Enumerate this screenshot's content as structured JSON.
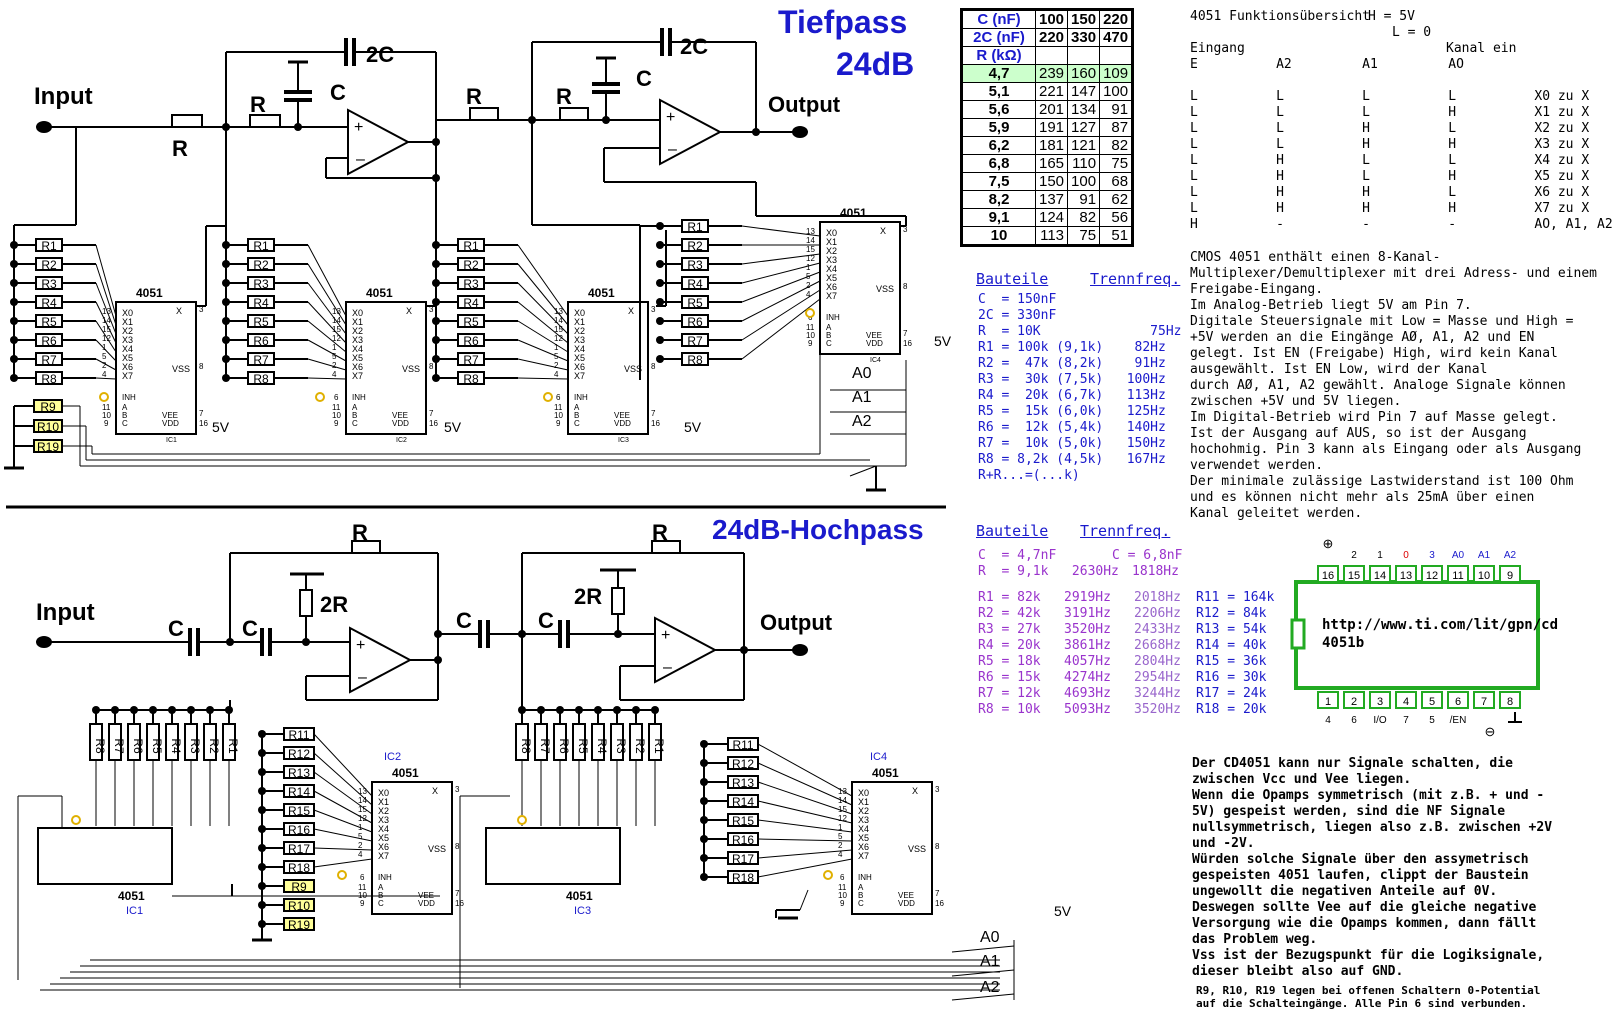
{
  "titles": {
    "lp1": "Tiefpass",
    "lp2": "24dB",
    "hp": "24dB-Hochpass"
  },
  "labels": {
    "input": "Input",
    "output": "Output",
    "r": "R",
    "c": "C",
    "twoC": "2C",
    "twoR": "2R",
    "chip": "4051",
    "v5": "5V",
    "ic1": "IC1",
    "ic2": "IC2",
    "ic3": "IC3",
    "ic4": "IC4",
    "a0": "A0",
    "a1": "A1",
    "a2": "A2"
  },
  "pins": {
    "left": [
      "X0",
      "X1",
      "X2",
      "X3",
      "X4",
      "X5",
      "X6",
      "X7"
    ],
    "nums": [
      "13",
      "14",
      "15",
      "12",
      "1",
      "5",
      "2",
      "4"
    ],
    "inh": "INH",
    "abc": [
      "A",
      "B",
      "C"
    ],
    "vss": "VSS",
    "vee": "VEE",
    "vdd": "VDD",
    "x": "X"
  },
  "resistors_lp": [
    "R1",
    "R2",
    "R3",
    "R4",
    "R5",
    "R6",
    "R7",
    "R8"
  ],
  "resistors_hp2": [
    "R11",
    "R12",
    "R13",
    "R14",
    "R15",
    "R16",
    "R17",
    "R18"
  ],
  "yellow": [
    "R9",
    "R10",
    "R19"
  ],
  "table": {
    "head": [
      [
        "C (nF)",
        "100",
        "150",
        "220"
      ],
      [
        "2C (nF)",
        "220",
        "330",
        "470"
      ],
      [
        "R (kΩ)",
        "",
        "",
        ""
      ]
    ],
    "rows": [
      [
        "4,7",
        "239",
        "160",
        "109"
      ],
      [
        "5,1",
        "221",
        "147",
        "100"
      ],
      [
        "5,6",
        "201",
        "134",
        "91"
      ],
      [
        "5,9",
        "191",
        "127",
        "87"
      ],
      [
        "6,2",
        "181",
        "121",
        "82"
      ],
      [
        "6,8",
        "165",
        "110",
        "75"
      ],
      [
        "7,5",
        "150",
        "100",
        "68"
      ],
      [
        "8,2",
        "137",
        "91",
        "62"
      ],
      [
        "9,1",
        "124",
        "82",
        "56"
      ],
      [
        "10",
        "113",
        "75",
        "51"
      ]
    ]
  },
  "lp_parts": {
    "hdr1": "Bauteile",
    "hdr2": "Trennfreq.",
    "lines": [
      "C  = 150nF",
      "2C = 330nF",
      "R  = 10K              75Hz",
      "",
      "R1 = 100k (9,1k)    82Hz",
      "R2 =  47k (8,2k)    91Hz",
      "R3 =  30k (7,5k)   100Hz",
      "R4 =  20k (6,7k)   113Hz",
      "R5 =  15k (6,0k)   125Hz",
      "R6 =  12k (5,4k)   140Hz",
      "R7 =  10k (5,0k)   150Hz",
      "R8 = 8,2k (4,5k)   167Hz",
      "R+R...=(...k)"
    ]
  },
  "hp_parts": {
    "hdr1": "Bauteile",
    "hdr2": "Trennfreq.",
    "c_a": "C  = 4,7nF",
    "c_b": "C = 6,8nF",
    "r_line": "R  = 9,1k   2630Hz",
    "r_b": "1818Hz",
    "rows": [
      [
        "R1 = 82k",
        "2919Hz",
        "2018Hz",
        "R11 = 164k"
      ],
      [
        "R2 = 42k",
        "3191Hz",
        "2206Hz",
        "R12 = 84k"
      ],
      [
        "R3 = 27k",
        "3520Hz",
        "2433Hz",
        "R13 = 54k"
      ],
      [
        "R4 = 20k",
        "3861Hz",
        "2668Hz",
        "R14 = 40k"
      ],
      [
        "R5 = 18k",
        "4057Hz",
        "2804Hz",
        "R15 = 36k"
      ],
      [
        "R6 = 15k",
        "4274Hz",
        "2954Hz",
        "R16 = 30k"
      ],
      [
        "R7 = 12k",
        "4693Hz",
        "3244Hz",
        "R17 = 24k"
      ],
      [
        "R8 = 10k",
        "5093Hz",
        "3520Hz",
        "R18 = 20k"
      ]
    ]
  },
  "func": {
    "title": "4051 Funktionsübersicht",
    "hv": "H = 5V",
    "lv": "L = 0",
    "eingang": "Eingang",
    "kanal": "Kanal ein",
    "cols": "E          A2         A1         AO",
    "rows": [
      "L          L          L          L          X0 zu X",
      "L          L          L          H          X1 zu X",
      "L          L          H          L          X2 zu X",
      "L          L          H          H          X3 zu X",
      "L          H          L          L          X4 zu X",
      "L          H          L          H          X5 zu X",
      "L          H          H          L          X6 zu X",
      "L          H          H          H          X7 zu X",
      "H          -          -          -          AO, A1, A2"
    ]
  },
  "desc": [
    "CMOS 4051 enthält einen 8-Kanal-",
    "Multiplexer/Demultiplexer mit drei Adress- und einem",
    "Freigabe-Eingang.",
    "Im Analog-Betrieb liegt 5V am Pin 7.",
    "Digitale Steuersignale mit Low = Masse und High =",
    "+5V werden an die Eingänge AØ, A1, A2 und EN",
    "gelegt. Ist EN (Freigabe) High, wird kein Kanal",
    "ausgewählt. Ist EN Low, wird der Kanal",
    "durch AØ, A1, A2 gewählt. Analoge Signale können",
    "zwischen +5V und 5V liegen.",
    "Im Digital-Betrieb wird Pin 7 auf Masse gelegt.",
    "Ist der Ausgang auf AUS, so ist der Ausgang",
    "hochohmig. Pin 3 kann als Eingang oder als Ausgang",
    "verwendet werden.",
    "Der minimale zulässige Lastwiderstand ist 100 Ohm",
    "und es können nicht mehr als 25mA über einen",
    "Kanal geleitet werden."
  ],
  "pinout": {
    "url": "http://www.ti.com/lit/gpn/cd4051b",
    "top": [
      "16",
      "15",
      "14",
      "13",
      "12",
      "11",
      "10",
      "9"
    ],
    "bottom": [
      "1",
      "2",
      "3",
      "4",
      "5",
      "6",
      "7",
      "8"
    ],
    "toplab": [
      "2",
      "1",
      "0",
      "3",
      "A0",
      "A1",
      "A2"
    ],
    "botlab": [
      "4",
      "6",
      "I/O",
      "7",
      "5",
      "/EN"
    ]
  },
  "note": [
    "Der CD4051 kann nur Signale schalten, die",
    "zwischen Vcc und Vee liegen.",
    "Wenn die Opamps symmetrisch (mit z.B. + und -",
    "5V) gespeist werden, sind die NF Signale",
    "nullsymmetrisch, liegen also z.B. zwischen +2V",
    "und -2V.",
    "Würden solche Signale über den assymetrisch",
    "gespeisten 4051 laufen, clippt der Baustein",
    "ungewollt die negativen Anteile auf 0V.",
    "Deswegen sollte Vee auf die gleiche negative",
    "Versorgung wie die Opamps kommen, dann fällt",
    "das Problem weg.",
    "Vss ist der Bezugspunkt für die Logiksignale,",
    "dieser bleibt also auf GND."
  ],
  "footer": [
    "R9, R10, R19 legen bei offenen Schaltern 0-Potential",
    "auf die Schalteingänge. Alle Pin 6 sind verbunden."
  ],
  "colors": {
    "blue": "#1a1acc",
    "purple": "#9933cc",
    "green": "#22aa22",
    "yellow": "#ffff99",
    "hl": "#ccffcc"
  }
}
